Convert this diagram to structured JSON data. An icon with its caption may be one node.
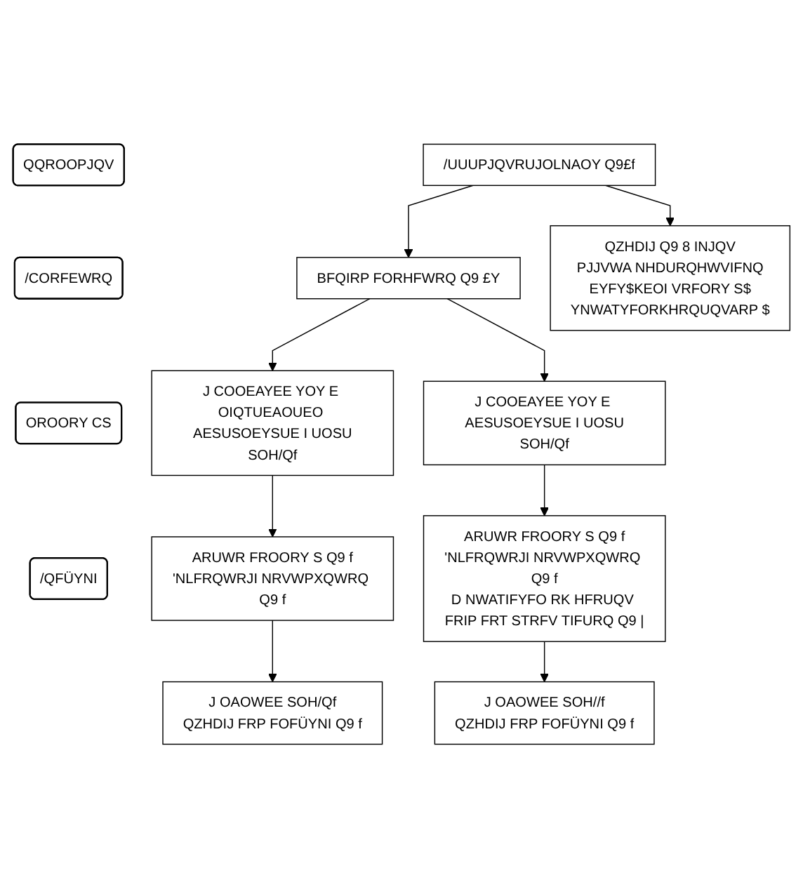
{
  "diagram": {
    "nodes": [
      {
        "text": [
          "QQROOPJQV"
        ]
      },
      {
        "text": [
          "/UUUPJQVRUJOLNAOY Q9£f"
        ]
      },
      {
        "text": [
          "QZHDIJ Q9 8 INJQV",
          "PJJVWA NHDURQHWVIFNQ",
          "EYFY$KEOI VRFORY S$",
          "YNWATYFORKHRQUQVARP $"
        ]
      },
      {
        "text": [
          "BFQIRP FORHFWRQ Q9 £Y"
        ]
      },
      {
        "text": [
          "/CORFEWRQ"
        ]
      },
      {
        "text": [
          "J COOEAYEE YOY E OIQTUEAOUEO AESUSOEYSUE I UOSU",
          "SOH/Qf"
        ]
      },
      {
        "text": [
          "J COOEAYEE YOY E AESUSOEYSUE I UOSU",
          "SOH/Qf"
        ]
      },
      {
        "text": [
          "OROORY CS"
        ]
      },
      {
        "text": [
          "ARUWR FROORY S Q9 f",
          "'NLFRQWRJI NRVWPXQWRQ Q9 f"
        ]
      },
      {
        "text": [
          "ARUWR FROORY S Q9 f",
          "'NLFRQWRJI NRVWPXQWRQ Q9 f",
          "D NWATIFYFO RK HFRUQV FRIP FRT STRFV TIFURQ Q9 |"
        ]
      },
      {
        "text": [
          "/QFÜYNI"
        ]
      },
      {
        "text": [
          "J OAOWEE SOH/Qf",
          "QZHDIJ FRP FOFÜYNI Q9 f"
        ]
      },
      {
        "text": [
          "J OAOWEE SOH//f",
          "QZHDIJ FRP FOFÜYNI Q9 f"
        ]
      }
    ],
    "edges": [
      {
        "from": 1,
        "to": 3,
        "arrow": "to"
      },
      {
        "from": 1,
        "to": 2,
        "arrow": "to"
      },
      {
        "from": 3,
        "to": 5,
        "arrow": "to"
      },
      {
        "from": 3,
        "to": 6,
        "arrow": "to"
      },
      {
        "from": 5,
        "to": 8,
        "arrow": "to"
      },
      {
        "from": 6,
        "to": 9,
        "arrow": "to"
      },
      {
        "from": 8,
        "to": 11,
        "arrow": "to"
      },
      {
        "from": 9,
        "to": 12,
        "arrow": "to"
      }
    ]
  }
}
